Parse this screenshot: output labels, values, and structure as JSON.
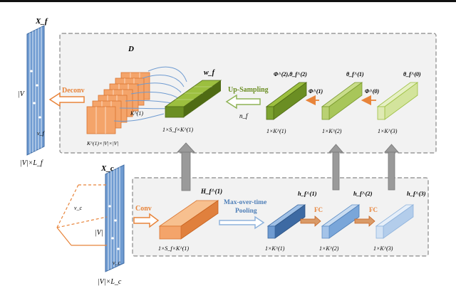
{
  "top_panel": {
    "input_label": "X_f",
    "input_size_label": "|V|×L_f",
    "v_label": "|V",
    "vf_label": "v_f",
    "deconv_label": "Deconv",
    "filters_label": "D",
    "filter_dim_label": "K^(1)",
    "filter_size_label": "K^(1)×|V|×|V|",
    "w_label": "w_f",
    "w_size_label": "1×S_f×K^(1)",
    "upsampling_label": "Up-Sampling",
    "n_label": "n_f",
    "green_size_label": "1×K^(1)",
    "phi2_label": "Φ^(2),θ_f^(2)",
    "phi1_label": "Φ^(1)",
    "theta1_label": "θ_f^(1)",
    "phi0_label": "Φ^(0)",
    "theta0_label": "θ_f^(0)",
    "mid_size_label": "1×K^(2)",
    "right_size_label": "1×K^(3)"
  },
  "bottom_panel": {
    "input_label": "X_c",
    "input_size_label": "|V|×L_c",
    "v_label": "|V|",
    "vc_label": "v_c",
    "window_label": "v_c",
    "conv_label": "Conv",
    "h_label": "H_f^(1)",
    "h_size_label": "1×S_f×K^(1)",
    "pool_label_1": "Max-over-time",
    "pool_label_2": "Pooling",
    "h1_label": "h_f^(1)",
    "h1_size_label": "1×K^(1)",
    "fc1_label": "FC",
    "h2_label": "h_f^(2)",
    "h2_size_label": "1×K^(2)",
    "fc2_label": "FC",
    "h3_label": "h_f^(3)",
    "h3_size_label": "1×K^(3)"
  },
  "colors": {
    "blue": "#6f9bd1",
    "orange": "#f4a46a",
    "green_dark": "#6b8e23",
    "green_mid": "#9cbf3f",
    "green_light": "#c9dd8a",
    "arrow_orange": "#e8843a",
    "arrow_green": "#8fb356",
    "arrow_gray": "#9a9a9a",
    "box_fill": "#f2f2f2",
    "box_border": "#888888"
  }
}
